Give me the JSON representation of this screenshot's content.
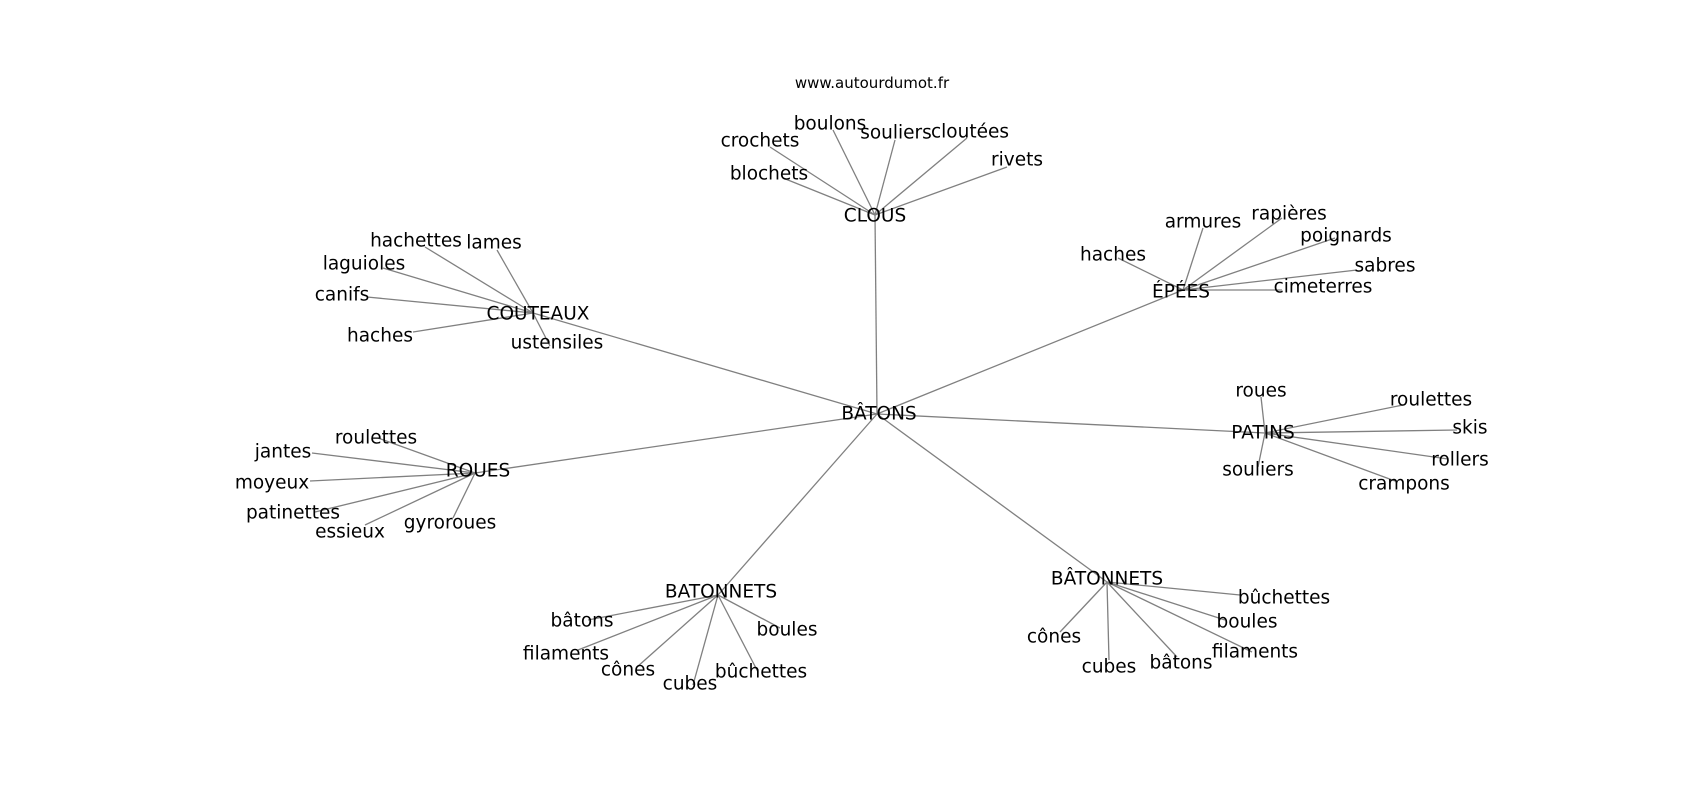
{
  "title": "www.autourdumot.fr",
  "graph": {
    "center": "BÂTONS",
    "clusters": [
      {
        "id": "clous",
        "label": "CLOUS",
        "leaves": [
          "crochets",
          "boulons",
          "souliers",
          "cloutées",
          "rivets",
          "blochets"
        ]
      },
      {
        "id": "couteaux",
        "label": "COUTEAUX",
        "leaves": [
          "hachettes",
          "lames",
          "laguioles",
          "canifs",
          "haches",
          "ustensiles"
        ]
      },
      {
        "id": "epees",
        "label": "ÉPÉES",
        "leaves": [
          "haches",
          "armures",
          "rapières",
          "poignards",
          "sabres",
          "cimeterres"
        ]
      },
      {
        "id": "patins",
        "label": "PATINS",
        "leaves": [
          "roues",
          "roulettes",
          "skis",
          "rollers",
          "crampons",
          "souliers"
        ]
      },
      {
        "id": "roues",
        "label": "ROUES",
        "leaves": [
          "roulettes",
          "jantes",
          "moyeux",
          "patinettes",
          "essieux",
          "gyroroues"
        ]
      },
      {
        "id": "batonnets",
        "label": "BATONNETS",
        "leaves": [
          "bâtons",
          "filaments",
          "cônes",
          "cubes",
          "bûchettes",
          "boules"
        ]
      },
      {
        "id": "batonnets2",
        "label": "BÂTONNETS",
        "leaves": [
          "bûchettes",
          "boules",
          "filaments",
          "bâtons",
          "cubes",
          "cônes"
        ]
      }
    ]
  },
  "colors": {
    "edge": "#808080",
    "text": "#000000",
    "background": "#ffffff"
  }
}
